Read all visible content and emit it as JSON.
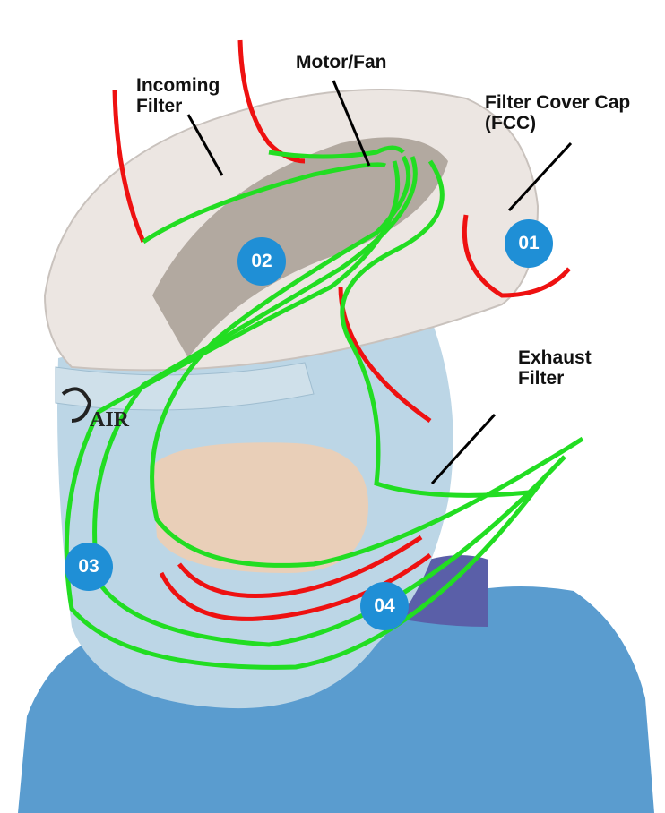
{
  "labels": {
    "incoming_filter": [
      "Incoming",
      "Filter"
    ],
    "motor_fan": "Motor/Fan",
    "filter_cover_cap": [
      "Filter Cover Cap",
      "(FCC)"
    ],
    "exhaust_filter": [
      "Exhaust",
      "Filter"
    ]
  },
  "badges": [
    "01",
    "02",
    "03",
    "04"
  ],
  "logo_text": "AIR",
  "colors": {
    "badge": "#1f8fd6",
    "clean_air": "#22dd22",
    "exhaled_air": "#ee1111",
    "gown": "#5a9ccf",
    "hood": "#bcd6e6",
    "helmet": "#ece6e2"
  }
}
